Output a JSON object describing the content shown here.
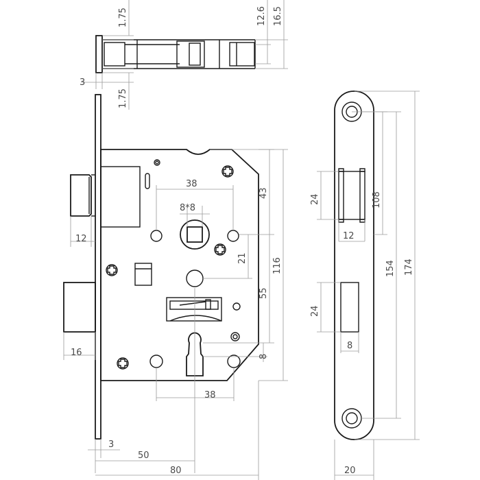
{
  "dimensions": {
    "top_view": {
      "d_1_75_top": "1.75",
      "d_12_6": "12.6",
      "d_16_5": "16.5",
      "d_3": "3",
      "d_1_75_bottom": "1.75"
    },
    "lock_body": {
      "latch_width": "12",
      "bolt_width": "16",
      "spindle_square": "8*8",
      "hole_spacing_top": "38",
      "hole_spacing_bottom": "38",
      "height_43": "43",
      "height_21": "21",
      "height_55": "55",
      "height_116": "116",
      "keyhole_offset": "8",
      "faceplate_thickness": "3",
      "backset": "50",
      "case_depth": "80"
    },
    "strike_plate": {
      "latch_height": "24",
      "latch_width": "12",
      "bolt_height": "24",
      "bolt_width": "8",
      "d_108": "108",
      "d_154": "154",
      "d_174": "174",
      "width": "20"
    }
  }
}
